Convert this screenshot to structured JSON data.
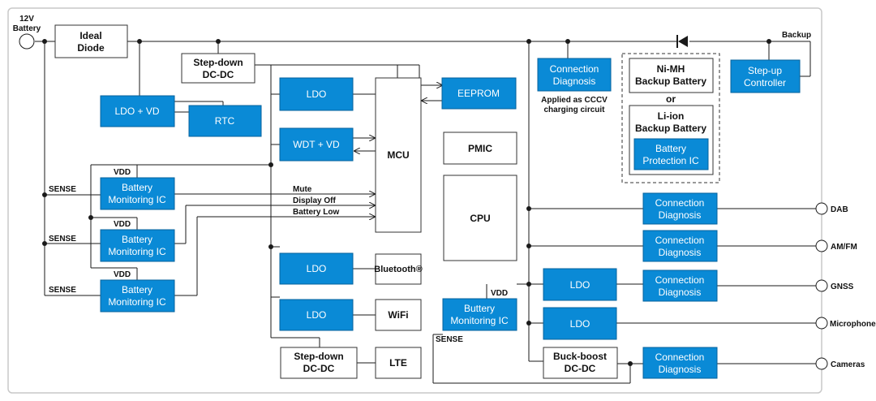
{
  "colors": {
    "block_fill": "#0a8ad6",
    "block_stroke": "#06629c",
    "frame": "#c9c9c9",
    "wire": "#1a1a1a"
  },
  "input": {
    "battery_line1": "12V",
    "battery_line2": "Battery"
  },
  "power": {
    "ideal_diode": [
      "Ideal",
      "Diode"
    ],
    "stepdown_top": [
      "Step-down",
      "DC-DC"
    ],
    "ldo_vd": "LDO + VD",
    "rtc": "RTC",
    "ldo_mcu": "LDO",
    "wdt_vd": "WDT + VD",
    "mcu": "MCU",
    "eeprom": "EEPROM",
    "pmic": "PMIC",
    "cpu": "CPU"
  },
  "monitoring": {
    "block": [
      "Battery",
      "Monitoring IC"
    ],
    "vdd": "VDD",
    "sense": "SENSE",
    "signals": [
      "Mute",
      "Display Off",
      "Battery Low"
    ]
  },
  "peripherals": {
    "ldo": "LDO",
    "bluetooth": "Bluetooth®",
    "wifi": "WiFi",
    "stepdown_bottom": [
      "Step-down",
      "DC-DC"
    ],
    "lte": "LTE"
  },
  "backup": {
    "label": "Backup",
    "connection_diagnosis": [
      "Connection",
      "Diagnosis"
    ],
    "cccv_note": [
      "Applied as CCCV",
      "charging circuit"
    ],
    "nimh": [
      "Ni-MH",
      "Backup Battery"
    ],
    "or": "or",
    "liion": [
      "Li-ion",
      "Backup Battery"
    ],
    "protection": [
      "Battery",
      "Protection IC"
    ],
    "stepup": [
      "Step-up",
      "Controller"
    ]
  },
  "right": {
    "buttery_monitor": [
      "Buttery",
      "Monitoring IC"
    ],
    "vdd": "VDD",
    "sense": "SENSE",
    "ldo": "LDO",
    "connection_diagnosis": [
      "Connection",
      "Diagnosis"
    ],
    "buck_boost": [
      "Buck-boost",
      "DC-DC"
    ],
    "outputs": [
      "DAB",
      "AM/FM",
      "GNSS",
      "Microphone",
      "Cameras"
    ]
  }
}
